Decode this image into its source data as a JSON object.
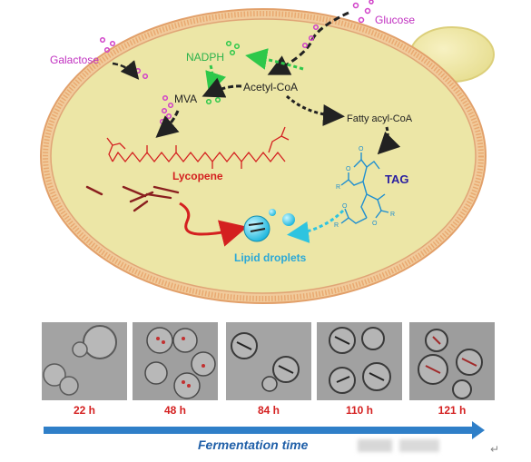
{
  "labels": {
    "glucose": "Glucose",
    "galactose": "Galactose",
    "nadph": "NADPH",
    "acetyl_coa": "Acetyl-CoA",
    "mva": "MVA",
    "fatty_acyl_coa": "Fatty acyl-CoA",
    "tag": "TAG",
    "lycopene": "Lycopene",
    "lipid_droplets": "Lipid droplets",
    "r": "R",
    "o": "O"
  },
  "timepoints": [
    "22 h",
    "48 h",
    "84 h",
    "110 h",
    "121 h"
  ],
  "axis_title": "Fermentation time",
  "colors": {
    "cell_fill": "#ece6a6",
    "membrane": "#e7a86b",
    "glucose_dots": "#d040c8",
    "nadph": "#2ec84a",
    "lycopene": "#d42020",
    "tag": "#1f8fd0",
    "tag_text": "#2a1fa0",
    "droplet": "#2ec4e0",
    "arrow": "#2f7fc8"
  },
  "icons": [
    "lycopene-crystal-icon",
    "wavy-arrow-icon",
    "return-icon"
  ]
}
